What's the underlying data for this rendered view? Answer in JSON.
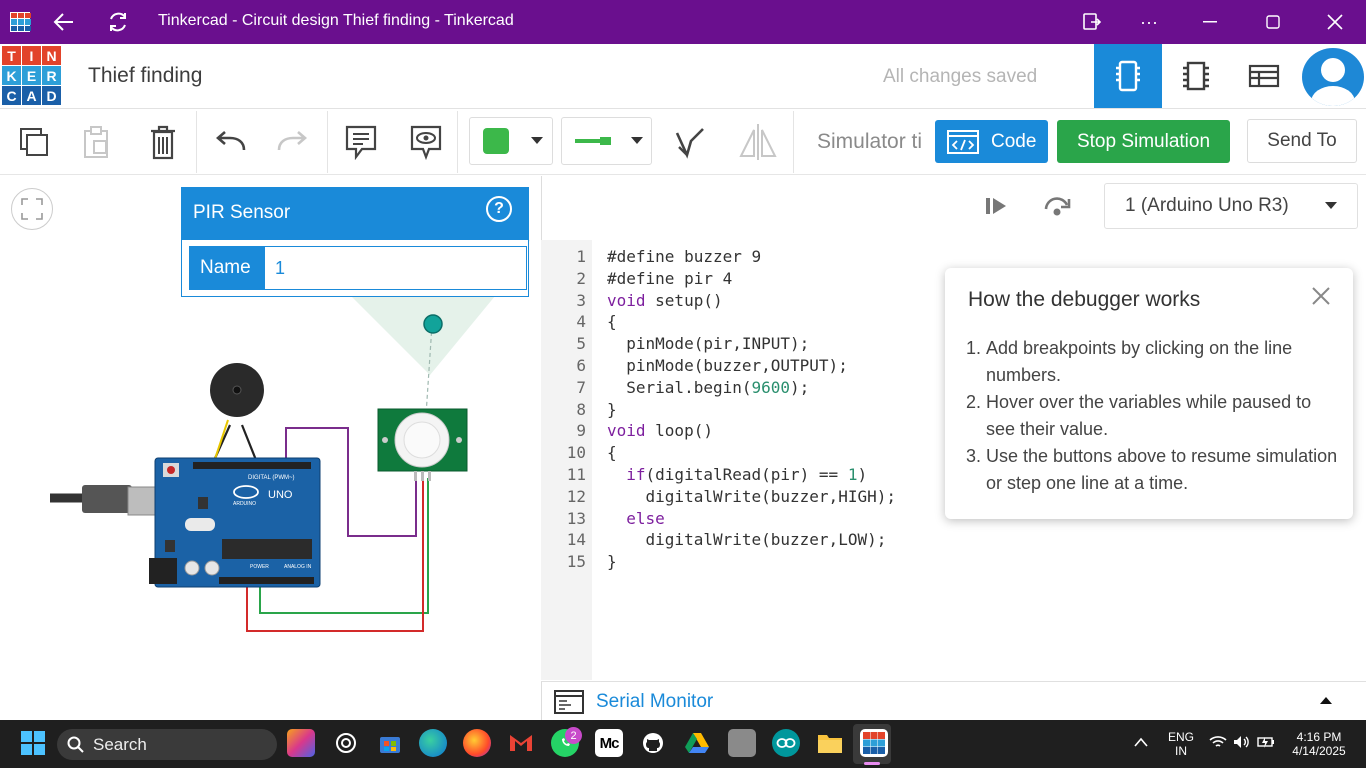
{
  "window": {
    "title": "Tinkercad - Circuit design Thief finding - Tinkercad",
    "more_label": "···"
  },
  "header": {
    "logo_letters": [
      "T",
      "I",
      "N",
      "K",
      "E",
      "R",
      "C",
      "A",
      "D"
    ],
    "logo_colors": [
      "#e2432a",
      "#e2432a",
      "#e2432a",
      "#2d9fd8",
      "#2d9fd8",
      "#2d9fd8",
      "#1a5fa8",
      "#1a5fa8",
      "#1a5fa8"
    ],
    "project_name": "Thief finding",
    "save_status": "All changes saved"
  },
  "toolbar": {
    "simulator_label": "Simulator ti",
    "code_label": "Code",
    "stop_label": "Stop Simulation",
    "send_label": "Send To",
    "fill_color": "#3cb84a"
  },
  "inspector": {
    "component": "PIR Sensor",
    "help": "?",
    "name_label": "Name",
    "name_value": "1"
  },
  "code_panel": {
    "board": "1 (Arduino Uno R3)",
    "line_numbers": [
      "1",
      "2",
      "3",
      "4",
      "5",
      "6",
      "7",
      "8",
      "9",
      "10",
      "11",
      "12",
      "13",
      "14",
      "15"
    ],
    "lines": [
      [
        {
          "t": "#define buzzer 9",
          "c": ""
        }
      ],
      [
        {
          "t": "#define pir 4",
          "c": ""
        }
      ],
      [
        {
          "t": "void",
          "c": "kw"
        },
        {
          "t": " setup()",
          "c": ""
        }
      ],
      [
        {
          "t": "{",
          "c": ""
        }
      ],
      [
        {
          "t": "  pinMode(pir,INPUT);",
          "c": ""
        }
      ],
      [
        {
          "t": "  pinMode(buzzer,OUTPUT);",
          "c": ""
        }
      ],
      [
        {
          "t": "  Serial.begin(",
          "c": ""
        },
        {
          "t": "9600",
          "c": "num"
        },
        {
          "t": ");",
          "c": ""
        }
      ],
      [
        {
          "t": "}",
          "c": ""
        }
      ],
      [
        {
          "t": "void",
          "c": "kw"
        },
        {
          "t": " loop()",
          "c": ""
        }
      ],
      [
        {
          "t": "{",
          "c": ""
        }
      ],
      [
        {
          "t": "  ",
          "c": ""
        },
        {
          "t": "if",
          "c": "kw"
        },
        {
          "t": "(digitalRead(pir) == ",
          "c": ""
        },
        {
          "t": "1",
          "c": "num"
        },
        {
          "t": ")",
          "c": ""
        }
      ],
      [
        {
          "t": "    digitalWrite(buzzer,HIGH);",
          "c": ""
        }
      ],
      [
        {
          "t": "  ",
          "c": ""
        },
        {
          "t": "else",
          "c": "kw"
        }
      ],
      [
        {
          "t": "    digitalWrite(buzzer,LOW);",
          "c": ""
        }
      ],
      [
        {
          "t": "}",
          "c": ""
        }
      ]
    ],
    "debugger": {
      "title": "How the debugger works",
      "steps": [
        "Add breakpoints by clicking on the line numbers.",
        "Hover over the variables while paused to see their value.",
        "Use the buttons above to resume simulation or step one line at a time."
      ]
    },
    "serial_monitor": "Serial Monitor"
  },
  "circuit": {
    "board_brand": "UNO",
    "board_maker": "ARDUINO",
    "digital_label": "DIGITAL (PWM~)",
    "power_label": "POWER",
    "analog_label": "ANALOG IN"
  },
  "taskbar": {
    "search_placeholder": "Search",
    "whatsapp_badge": "2",
    "medium_label": "Mc",
    "lang_primary": "ENG",
    "lang_secondary": "IN",
    "time": "4:16 PM",
    "date": "4/14/2025"
  }
}
